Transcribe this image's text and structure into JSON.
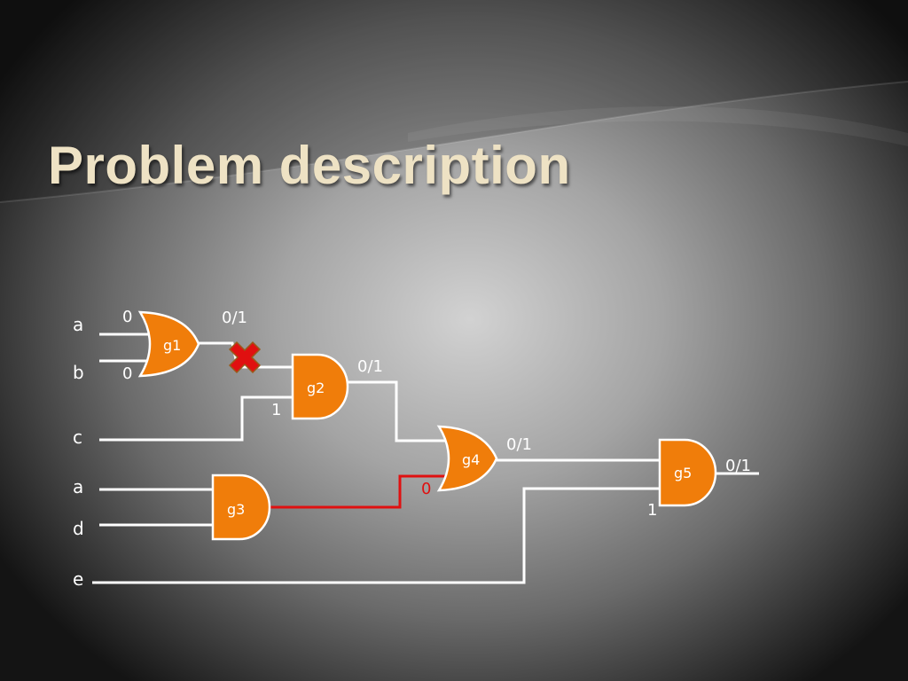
{
  "title": "Problem description",
  "inputs": {
    "a1": "a",
    "b": "b",
    "c": "c",
    "a2": "a",
    "d": "d",
    "e": "e"
  },
  "gates": {
    "g1": "g1",
    "g2": "g2",
    "g3": "g3",
    "g4": "g4",
    "g5": "g5"
  },
  "values": {
    "g1_in_a": "0",
    "g1_in_b": "0",
    "g1_out": "0/1",
    "g2_in_c": "1",
    "g2_out": "0/1",
    "g4_in_g3": "0",
    "g4_out": "0/1",
    "g5_in_e": "1",
    "g5_out": "0/1"
  },
  "colors": {
    "gate_fill": "#f07d0a",
    "wire": "#ffffff",
    "fault_wire": "#e01010",
    "fault_marker": "#e01010",
    "title": "#eee2c4"
  },
  "icons": {
    "fault": "x-mark-icon"
  }
}
